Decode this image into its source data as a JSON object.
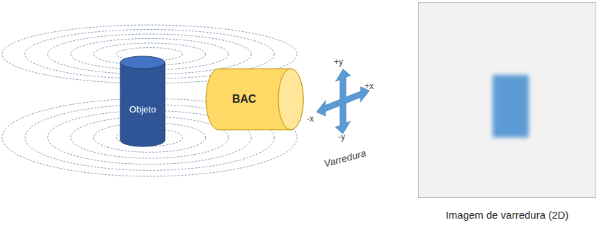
{
  "diagram": {
    "nodes": [
      {
        "text": [
          "Objeto"
        ]
      },
      {
        "text": [
          "BAC"
        ]
      },
      {
        "text": [
          "Imagem de varredura (2D)"
        ]
      }
    ],
    "labels": [
      "+y",
      "+x",
      "-x",
      "-y",
      "Varredura"
    ]
  }
}
